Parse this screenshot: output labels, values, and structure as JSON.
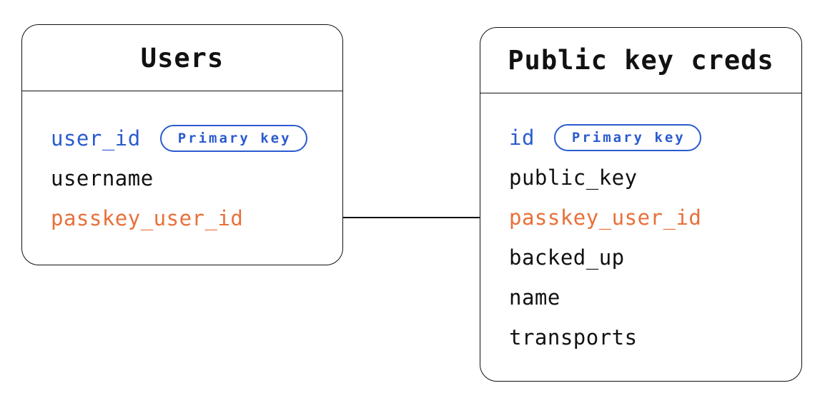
{
  "diagram_type": "entity-relationship",
  "colors": {
    "blue": "#2a5bd0",
    "orange": "#e8703a",
    "line": "#111111",
    "bg": "#ffffff"
  },
  "tables": [
    {
      "title": "Users",
      "fields": [
        {
          "name": "user_id",
          "badge": "Primary key",
          "color": "#2a5bd0"
        },
        {
          "name": "username",
          "color": "#111111"
        },
        {
          "name": "passkey_user_id",
          "color": "#e8703a"
        }
      ]
    },
    {
      "title": "Public key creds",
      "fields": [
        {
          "name": "id",
          "badge": "Primary key",
          "color": "#2a5bd0"
        },
        {
          "name": "public_key",
          "color": "#111111"
        },
        {
          "name": "passkey_user_id",
          "color": "#e8703a"
        },
        {
          "name": "backed_up",
          "color": "#111111"
        },
        {
          "name": "name",
          "color": "#111111"
        },
        {
          "name": "transports",
          "color": "#111111"
        }
      ]
    }
  ],
  "relationship": {
    "from_table": "Users",
    "from_field": "passkey_user_id",
    "to_table": "Public key creds",
    "to_field": "passkey_user_id"
  }
}
